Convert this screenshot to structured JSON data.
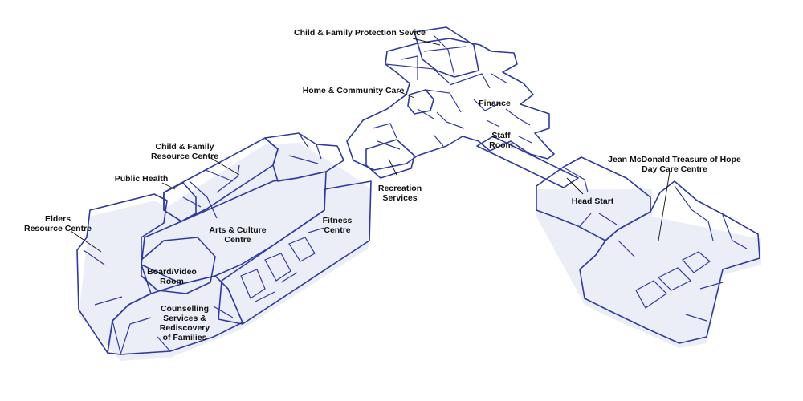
{
  "colors": {
    "wall": "#2f3a9e",
    "corridor": "#f4f6fb",
    "child_family_protection": "#6f7fd6",
    "home_community_care": "#9a8fe0",
    "recreation": "#f29a96",
    "child_family_resource": "#cfe1f7",
    "public_health": "#f2b77a",
    "arts_culture": "#f3f4c8",
    "fitness": "#bfe5a6",
    "elders": "#c8b3ec",
    "counselling": "#f0d2b2",
    "head_start": "#d8dd9a",
    "day_care": "#e6f1b2"
  },
  "labels": {
    "child_family_protection": [
      "Child & Family Protection Sevice"
    ],
    "home_community_care": [
      "Home & Community Care"
    ],
    "finance": [
      "Finance"
    ],
    "staff_room": [
      "Staff",
      "Room"
    ],
    "child_family_resource": [
      "Child & Family",
      "Resource Centre"
    ],
    "public_health": [
      "Public Health"
    ],
    "recreation": [
      "Recreation",
      "Services"
    ],
    "jean_mcdonald": [
      "Jean McDonald Treasure of Hope",
      "Day Care Centre"
    ],
    "head_start": [
      "Head Start"
    ],
    "elders": [
      "Elders",
      "Resource Centre"
    ],
    "arts_culture": [
      "Arts & Culture",
      "Centre"
    ],
    "fitness": [
      "Fitness",
      "Centre"
    ],
    "board_video": [
      "Board/Video",
      "Room"
    ],
    "counselling": [
      "Counselling",
      "Services &",
      "Rediscovery",
      "of Families"
    ]
  }
}
